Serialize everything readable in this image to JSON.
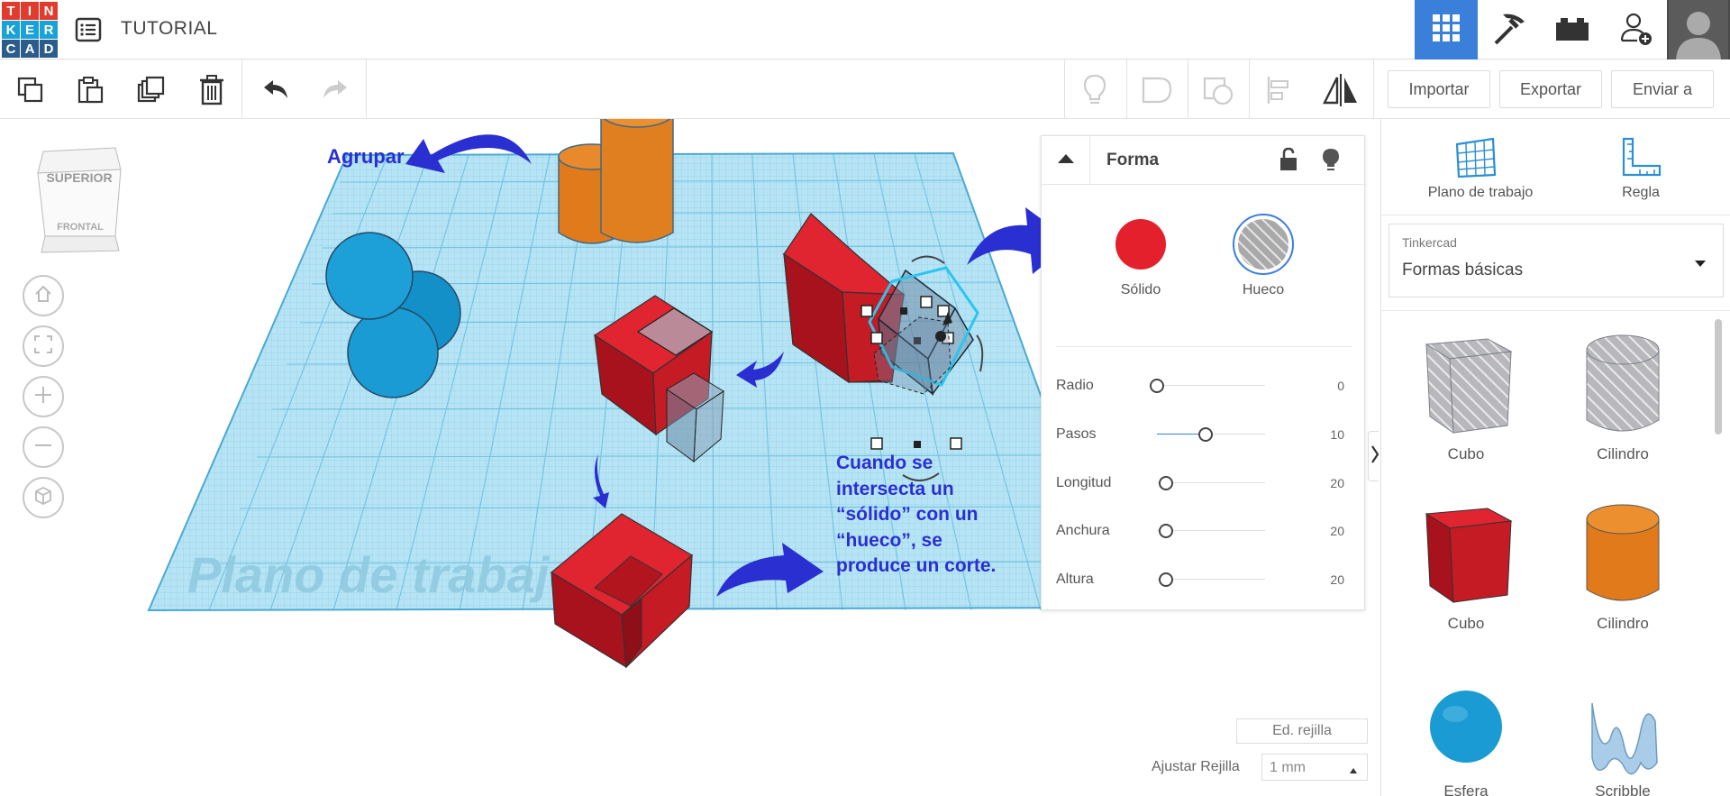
{
  "app": {
    "logo_letters": [
      "T",
      "I",
      "N",
      "K",
      "E",
      "R",
      "C",
      "A",
      "D"
    ],
    "logo_colors": [
      "#e03b2c",
      "#e03b2c",
      "#e03b2c",
      "#1aa2d6",
      "#1aa2d6",
      "#1aa2d6",
      "#2c5d8a",
      "#2c5d8a",
      "#2c5d8a"
    ],
    "title": "TUTORIAL"
  },
  "topbar": {
    "icons": [
      "grid-view-icon",
      "pickaxe-icon",
      "bricks-icon",
      "add-user-icon",
      "avatar"
    ],
    "accent": "#3a7fd9"
  },
  "toolbar": {
    "left_icons": [
      "copy-icon",
      "paste-icon",
      "duplicate-icon",
      "delete-icon",
      "undo-icon",
      "redo-icon"
    ],
    "right_icons": [
      "lightbulb-icon",
      "group-icon",
      "ungroup-icon",
      "align-icon",
      "mirror-icon"
    ],
    "import_label": "Importar",
    "export_label": "Exportar",
    "send_label": "Enviar a"
  },
  "viewcube": {
    "top_label": "SUPERIOR",
    "front_label": "FRONTAL"
  },
  "workplane": {
    "label": "Plano de trabajo",
    "edit_grid_label": "Ed. rejilla",
    "snap_label": "Ajustar Rejilla",
    "snap_value": "1 mm"
  },
  "annotations": {
    "group": "Agrupar",
    "cut_line1": "Cuando se",
    "cut_line2": "intersecta un",
    "cut_line3": "“sólido” con un",
    "cut_line4": "“hueco”, se",
    "cut_line5": "produce un corte."
  },
  "shape_panel": {
    "title": "Forma",
    "solid_label": "Sólido",
    "hole_label": "Hueco",
    "solid_color": "#e3202c",
    "params": [
      {
        "label": "Radio",
        "value": "0",
        "fraction": 0.0
      },
      {
        "label": "Pasos",
        "value": "10",
        "fraction": 0.45
      },
      {
        "label": "Longitud",
        "value": "20",
        "fraction": 0.08
      },
      {
        "label": "Anchura",
        "value": "20",
        "fraction": 0.08
      },
      {
        "label": "Altura",
        "value": "20",
        "fraction": 0.08
      }
    ]
  },
  "right_panel": {
    "workplane_label": "Plano de trabajo",
    "ruler_label": "Regla",
    "library_source": "Tinkercad",
    "library_name": "Formas básicas",
    "shapes": [
      {
        "label": "Cubo",
        "kind": "hole-box"
      },
      {
        "label": "Cilindro",
        "kind": "hole-cylinder"
      },
      {
        "label": "Cubo",
        "kind": "box"
      },
      {
        "label": "Cilindro",
        "kind": "cylinder"
      },
      {
        "label": "Esfera",
        "kind": "sphere"
      },
      {
        "label": "Scribble",
        "kind": "scribble"
      }
    ]
  }
}
